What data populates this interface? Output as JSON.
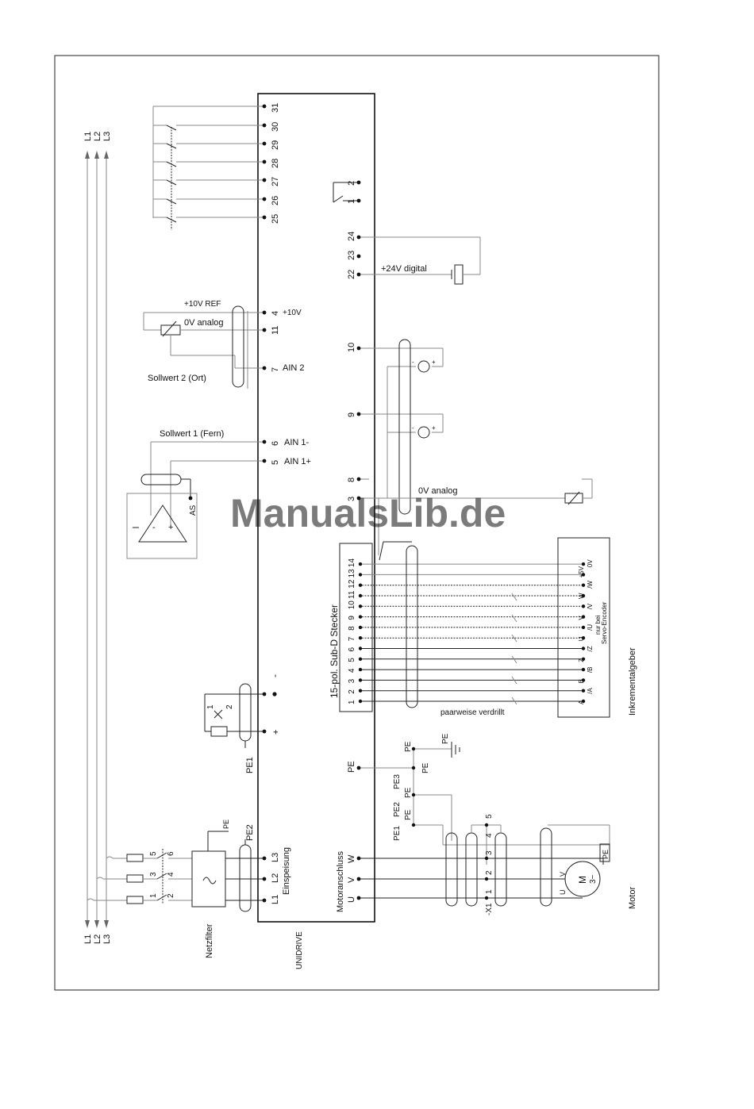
{
  "frame_label": "UNIDRIVE",
  "watermark": "ManualsLib.de",
  "supply": {
    "lines_top": [
      "L1",
      "L2",
      "L3"
    ],
    "lines_bottom": [
      "L1",
      "L2",
      "L3"
    ]
  },
  "netzfilter": {
    "label": "Netzfilter",
    "pe": "PE",
    "pe2": "PE2",
    "switch_nums": [
      "1",
      "2",
      "3",
      "4",
      "5",
      "6"
    ]
  },
  "einspeisung": {
    "label": "Einspeisung",
    "terminals": [
      "L1",
      "L2",
      "L3"
    ]
  },
  "digital_terminals": [
    "25",
    "26",
    "27",
    "28",
    "29",
    "30",
    "31"
  ],
  "relay_terminals": [
    "1",
    "2"
  ],
  "power24": {
    "terminals": [
      "22",
      "23",
      "24"
    ],
    "label": "+24V digital"
  },
  "ref": {
    "plus10_label": "+10V REF",
    "zero_label": "0V analog",
    "t4": "4",
    "t4_label": "+10V",
    "t11": "11",
    "t7": "7",
    "t7_label": "AIN 2",
    "sollwert2": "Sollwert 2 (Ort)"
  },
  "sollwert1": {
    "label": "Sollwert 1 (Fern)",
    "t6": "6",
    "t6_label": "AIN 1-",
    "t5": "5",
    "t5_label": "AIN 1+",
    "as_label": "AS"
  },
  "analog_out": {
    "t10": "10",
    "t9": "9",
    "t8": "8",
    "t3": "3",
    "zero_label": "0V analog"
  },
  "subd": {
    "label": "15-pol. Sub-D Stecker",
    "pins": [
      "1",
      "2",
      "3",
      "4",
      "5",
      "6",
      "7",
      "8",
      "9",
      "10",
      "11",
      "12",
      "13",
      "14"
    ],
    "twisted": "paarweise verdrillt"
  },
  "encoder": {
    "label": "Inkrementalgeber",
    "note1": "nur bei",
    "note2": "Servo-Encoder",
    "signals": [
      "A",
      "/A",
      "B",
      "/B",
      "Z",
      "/Z",
      "U",
      "/U",
      "V",
      "/V",
      "W",
      "/W",
      "+5V",
      "0V"
    ]
  },
  "brake": {
    "minus": "-",
    "plus": "+",
    "pe1": "PE1",
    "nums": [
      "1",
      "2"
    ]
  },
  "motor_conn": {
    "label": "Motoranschluss",
    "terminals": [
      "U",
      "V",
      "W"
    ],
    "pe_terminal": "PE",
    "pe_labels": [
      "PE1",
      "PE2",
      "PE3"
    ],
    "pe": "PE",
    "x1": "-X1",
    "x_nums": [
      "1",
      "2",
      "3",
      "4",
      "5"
    ]
  },
  "motor": {
    "label": "Motor",
    "m": "M",
    "phase": "3~",
    "u": "U",
    "v": "V",
    "pe": "PE"
  }
}
